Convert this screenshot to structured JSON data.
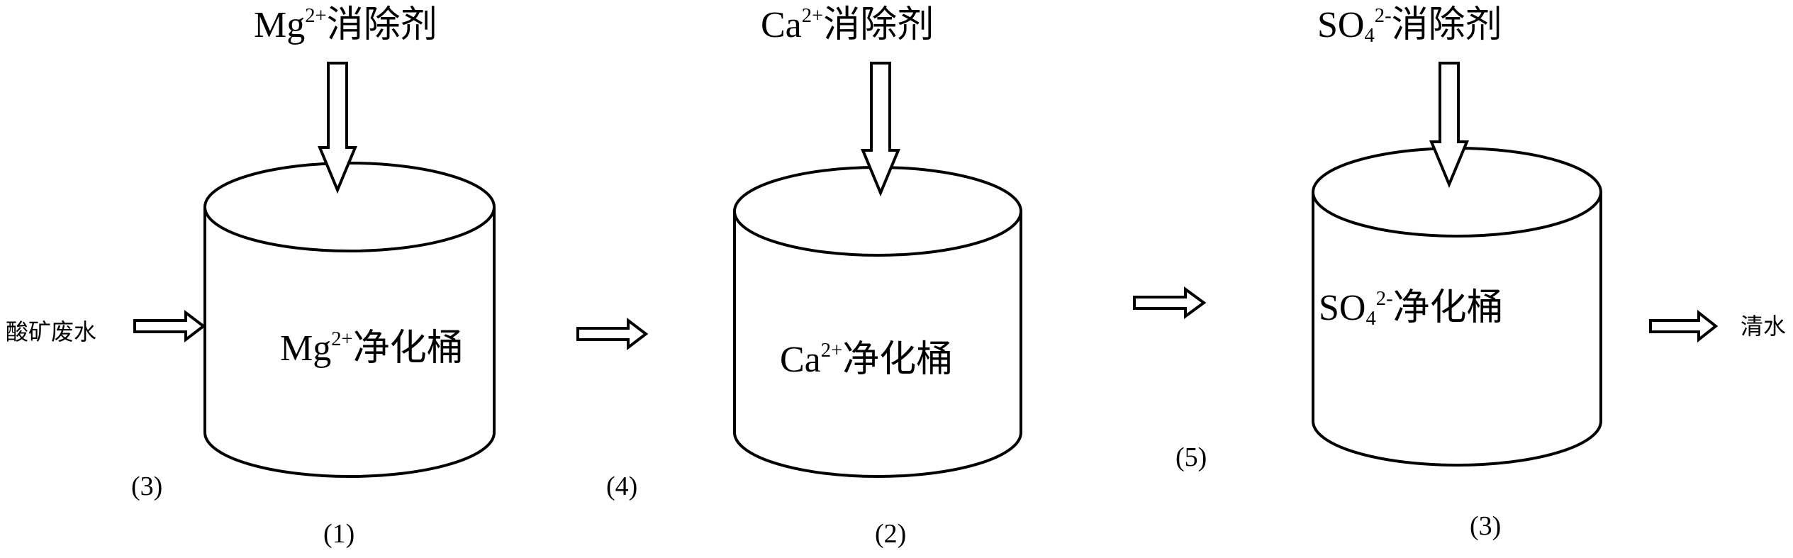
{
  "input_label": "酸矿废水",
  "output_label": "清水",
  "stages": [
    {
      "agent": {
        "base": "Mg",
        "sup": "2+",
        "rest": "消除剂"
      },
      "tank": {
        "base": "Mg",
        "sup": "2+",
        "rest": "净化桶"
      },
      "tank_number": "(1)"
    },
    {
      "agent": {
        "base": "Ca",
        "sup": "2+",
        "rest": "消除剂"
      },
      "tank": {
        "base": "Ca",
        "sup": "2+",
        "rest": "净化桶"
      },
      "tank_number": "(2)"
    },
    {
      "agent": {
        "base": "SO",
        "sub": "4",
        "sup": "2-",
        "rest": "消除剂"
      },
      "tank": {
        "base": "SO",
        "sub": "4",
        "sup": "2-",
        "rest": "净化桶"
      },
      "tank_number": "(3)"
    }
  ],
  "flow_steps": [
    "(3)",
    "(4)",
    "(5)"
  ]
}
